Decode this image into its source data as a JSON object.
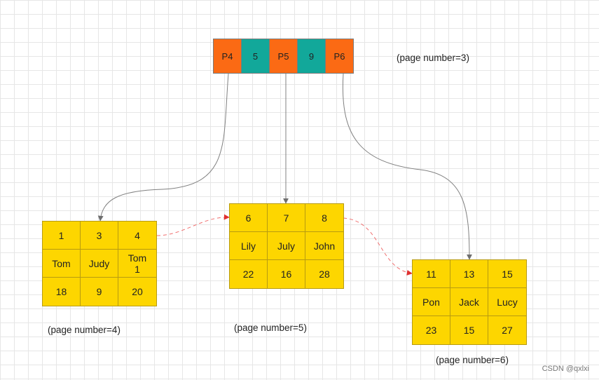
{
  "root": {
    "cells": [
      {
        "text": "P4",
        "kind": "pointer"
      },
      {
        "text": "5",
        "kind": "key"
      },
      {
        "text": "P5",
        "kind": "pointer"
      },
      {
        "text": "9",
        "kind": "key"
      },
      {
        "text": "P6",
        "kind": "pointer"
      }
    ],
    "page_label": "(page number=3)"
  },
  "leaves": [
    {
      "page_label": "(page number=4)",
      "rows": [
        [
          "1",
          "3",
          "4"
        ],
        [
          "Tom",
          "Judy",
          "Tom\n1"
        ],
        [
          "18",
          "9",
          "20"
        ]
      ]
    },
    {
      "page_label": "(page number=5)",
      "rows": [
        [
          "6",
          "7",
          "8"
        ],
        [
          "Lily",
          "July",
          "John"
        ],
        [
          "22",
          "16",
          "28"
        ]
      ]
    },
    {
      "page_label": "(page number=6)",
      "rows": [
        [
          "11",
          "13",
          "15"
        ],
        [
          "Pon",
          "Jack",
          "Lucy"
        ],
        [
          "23",
          "15",
          "27"
        ]
      ]
    }
  ],
  "colors": {
    "pointer_cell": "#fb6a14",
    "key_cell": "#12a89a",
    "leaf_cell": "#fdd600",
    "child_arrow": "#808080",
    "sibling_arrow": "#f07070"
  },
  "watermark": "CSDN @qxlxi"
}
